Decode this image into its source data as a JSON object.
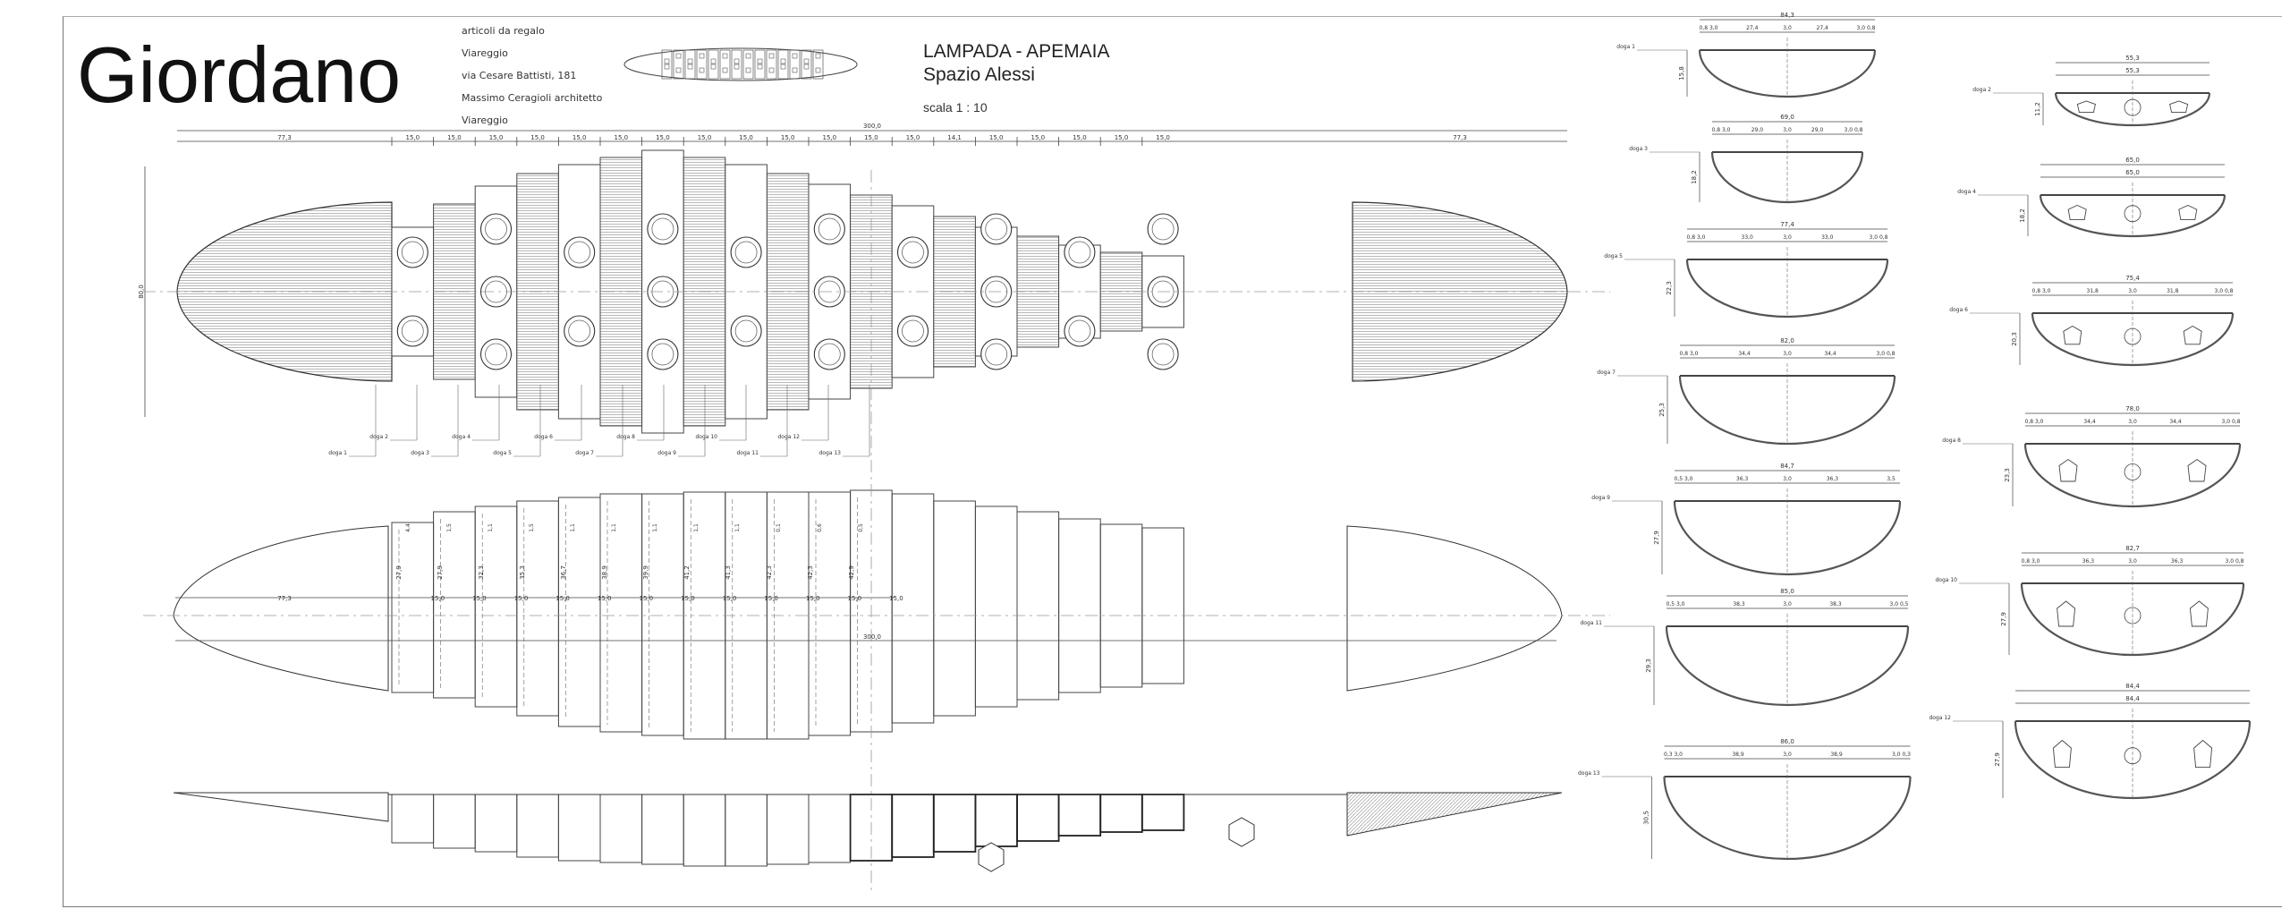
{
  "header": {
    "brand": "Giordano",
    "info_lines": [
      "articoli da regalo",
      "Viareggio",
      "via Cesare Battisti, 181",
      "Massimo Ceragioli architetto",
      "Viareggio"
    ],
    "title_line1": "LAMPADA - APEMAIA",
    "title_line2": "Spazio Alessi",
    "scale": "scala 1 : 10"
  },
  "plan": {
    "overall": "300,0",
    "width": "80,0",
    "end_segment": "77,3",
    "segments": [
      "15,0",
      "15,0",
      "15,0",
      "15,0",
      "15,0",
      "15,0",
      "15,0",
      "15,0",
      "15,0",
      "15,0",
      "15,0",
      "15,0",
      "15,0",
      "14,1",
      "15,0",
      "15,0",
      "15,0",
      "15,0",
      "15,0"
    ],
    "doga_labels": [
      "doga 1",
      "doga 2",
      "doga 3",
      "doga 4",
      "doga 5",
      "doga 6",
      "doga 7",
      "doga 8",
      "doga 9",
      "doga 10",
      "doga 11",
      "doga 12",
      "doga 13"
    ]
  },
  "elevation": {
    "end_segment": "77,3",
    "overall": "300,0",
    "segments": [
      "15,0",
      "15,0",
      "15,0",
      "15,0",
      "15,0",
      "15,0",
      "15,0",
      "15,0",
      "15,0",
      "15,0",
      "15,0",
      "15,0"
    ],
    "heights": [
      "27,9",
      "27,9",
      "32,3",
      "35,3",
      "36,7",
      "38,9",
      "39,9",
      "41,2",
      "41,3",
      "42,3",
      "42,3",
      "42,9"
    ],
    "steps": [
      "4,4",
      "1,5",
      "1,1",
      "1,5",
      "1,1",
      "1,1",
      "1,1",
      "1,1",
      "1,1",
      "0,1",
      "0,6",
      "0,5"
    ]
  },
  "sections": [
    {
      "label": "doga 1",
      "top": "84,3",
      "d1": "0,8 3,0",
      "d2": "27,4",
      "d3": "3,0",
      "d4": "27,4",
      "d5": "3,0 0,8",
      "h": "15,8"
    },
    {
      "label": "doga 2",
      "top": "55,3",
      "second": "55,3",
      "h": "11,2"
    },
    {
      "label": "doga 3",
      "top": "69,0",
      "d1": "0,8 3,0",
      "d2": "29,0",
      "d3": "3,0",
      "d4": "29,0",
      "d5": "3,0 0,8",
      "h": "18,2"
    },
    {
      "label": "doga 4",
      "top": "65,0",
      "second": "65,0",
      "h": "18,2"
    },
    {
      "label": "doga 5",
      "top": "77,4",
      "d1": "0,8 3,0",
      "d2": "33,0",
      "d3": "3,0",
      "d4": "33,0",
      "d5": "3,0 0,8",
      "h": "22,3"
    },
    {
      "label": "doga 6",
      "top": "75,4",
      "d1": "0,8 3,0",
      "d2": "31,8",
      "d3": "3,0",
      "d4": "31,8",
      "d5": "3,0 0,8",
      "h": "20,3"
    },
    {
      "label": "doga 7",
      "top": "82,0",
      "d1": "0,8 3,0",
      "d2": "34,4",
      "d3": "3,0",
      "d4": "34,4",
      "d5": "3,0 0,8",
      "h": "25,3"
    },
    {
      "label": "doga 8",
      "top": "78,0",
      "d1": "0,8 3,0",
      "d2": "34,4",
      "d3": "3,0",
      "d4": "34,4",
      "d5": "3,0 0,8",
      "h": "23,3"
    },
    {
      "label": "doga 9",
      "top": "84,7",
      "d1": "0,5 3,0",
      "d2": "36,3",
      "d3": "3,0",
      "d4": "36,3",
      "d5": "3,5",
      "h": "27,9"
    },
    {
      "label": "doga 10",
      "top": "82,7",
      "d1": "0,8 3,0",
      "d2": "36,3",
      "d3": "3,0",
      "d4": "36,3",
      "d5": "3,0 0,8",
      "h": "27,9"
    },
    {
      "label": "doga 11",
      "top": "85,0",
      "d1": "0,5 3,0",
      "d2": "38,3",
      "d3": "3,0",
      "d4": "38,3",
      "d5": "3,0 0,5",
      "h": "29,3"
    },
    {
      "label": "doga 12",
      "top": "84,4",
      "second": "84,4",
      "h": "27,9"
    },
    {
      "label": "doga 13",
      "top": "86,0",
      "d1": "0,3 3,0",
      "d2": "38,9",
      "d3": "3,0",
      "d4": "38,9",
      "d5": "3,0 0,3",
      "h": "30,5"
    }
  ]
}
